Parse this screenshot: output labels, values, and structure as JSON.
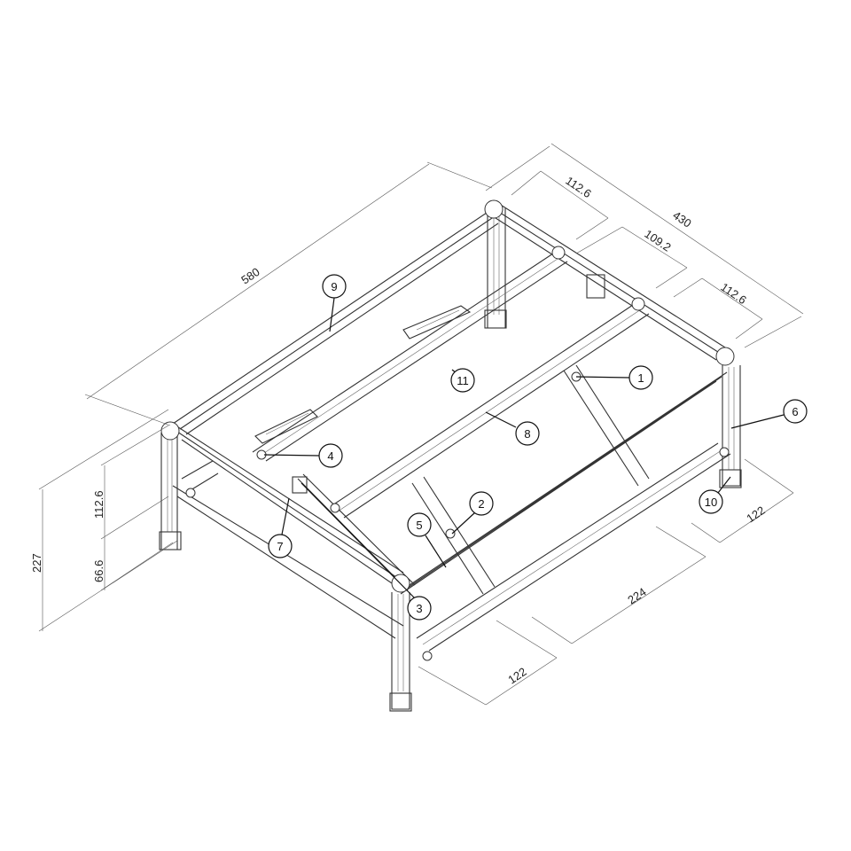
{
  "dimensions": {
    "length": "580",
    "width": "430",
    "seg_back": "112.6",
    "seg_mid": "109.2",
    "seg_front": "112.6",
    "height_total": "227",
    "height_upper": "112.6",
    "height_lower": "66.6",
    "front_left": "122",
    "front_mid": "224",
    "front_right": "122"
  },
  "callouts": [
    "1",
    "2",
    "3",
    "4",
    "5",
    "6",
    "7",
    "8",
    "9",
    "10",
    "11"
  ]
}
